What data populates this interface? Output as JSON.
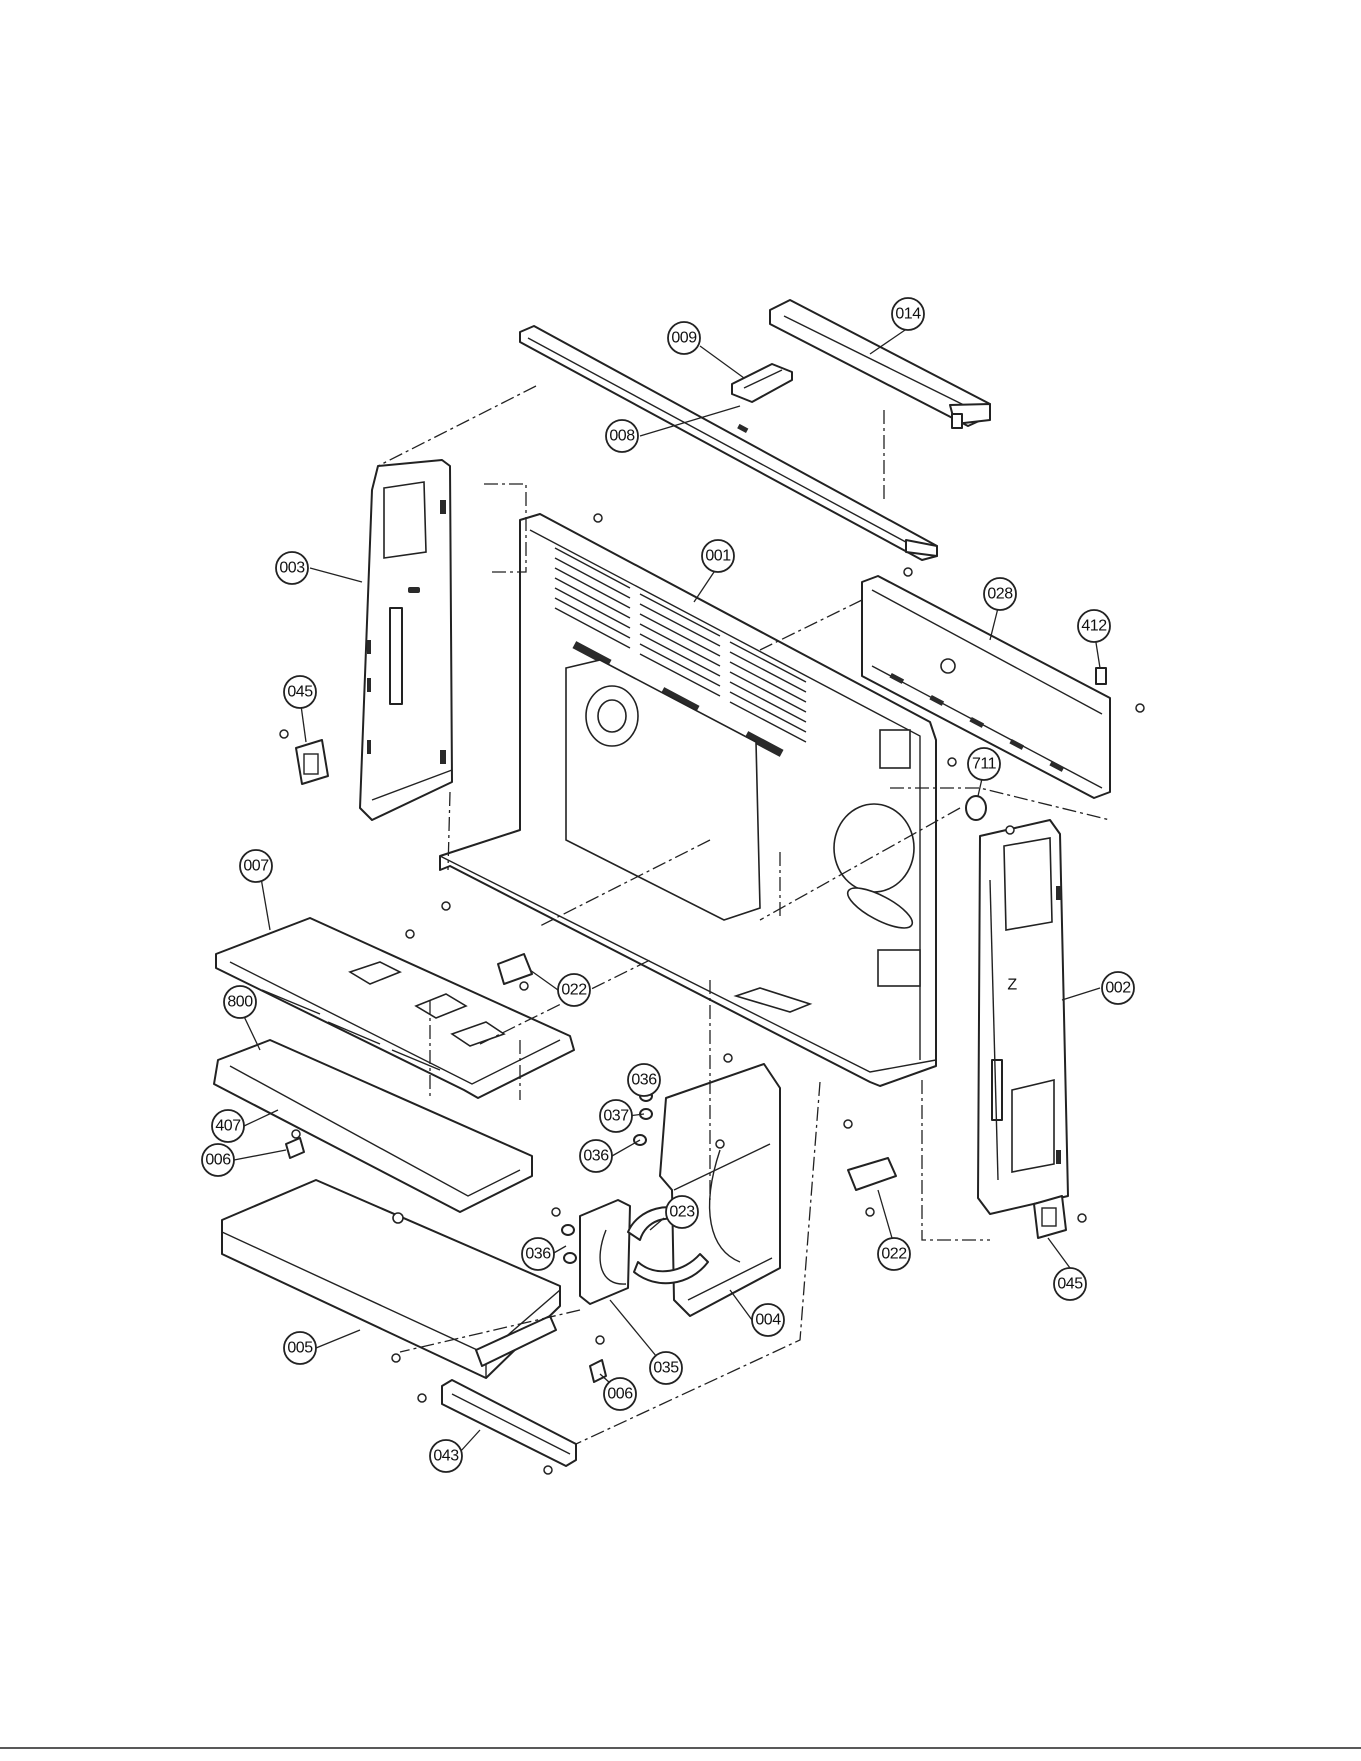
{
  "diagram": {
    "callouts": [
      {
        "label": "014"
      },
      {
        "label": "009"
      },
      {
        "label": "008"
      },
      {
        "label": "003"
      },
      {
        "label": "001"
      },
      {
        "label": "028"
      },
      {
        "label": "412"
      },
      {
        "label": "045"
      },
      {
        "label": "711"
      },
      {
        "label": "007"
      },
      {
        "label": "022"
      },
      {
        "label": "002"
      },
      {
        "label": "800"
      },
      {
        "label": "036"
      },
      {
        "label": "037"
      },
      {
        "label": "036"
      },
      {
        "label": "407"
      },
      {
        "label": "006"
      },
      {
        "label": "023"
      },
      {
        "label": "036"
      },
      {
        "label": "022"
      },
      {
        "label": "045"
      },
      {
        "label": "004"
      },
      {
        "label": "005"
      },
      {
        "label": "035"
      },
      {
        "label": "006"
      },
      {
        "label": "043"
      }
    ]
  }
}
